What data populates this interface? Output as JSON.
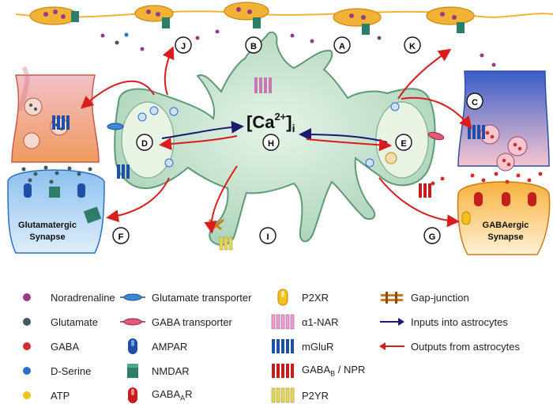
{
  "ca_label": {
    "main": "[Ca",
    "sup": "2+",
    "close": "]",
    "sub": "i"
  },
  "markers": [
    "J",
    "B",
    "A",
    "K",
    "C",
    "D",
    "H",
    "E",
    "F",
    "I",
    "G"
  ],
  "synapses": {
    "glutamatergic": [
      "Glutamatergic",
      "Synapse"
    ],
    "gabaergic": [
      "GABAergic",
      "Synapse"
    ]
  },
  "legend": {
    "col1": [
      "Noradrenaline",
      "Glutamate",
      "GABA",
      "D-Serine",
      "ATP"
    ],
    "col2": [
      "Glutamate transporter",
      "GABA transporter",
      "AMPAR",
      "NMDAR",
      "GABA"
    ],
    "col2_sub": "A",
    "col2_suffix": "R",
    "col3": [
      "P2XR",
      "α1-NAR",
      "mGluR",
      "GABA",
      "P2YR"
    ],
    "col3_gabab_sub": "B",
    "col3_gabab_suffix": " / NPR",
    "col4": [
      "Gap-junction",
      "Inputs into astrocytes",
      "Outputs from astrocytes"
    ]
  },
  "colors": {
    "astrocyte": "#bfe0c8",
    "astrocyte_edge": "#5f9a78",
    "vessel": "#f2b236",
    "noradrenaline": "#9b3a83",
    "glutamate": "#3f5a5c",
    "gaba": "#d02e2e",
    "dserine": "#2a6fc9",
    "atp": "#f3c21c",
    "input_arrow": "#1a1a6e",
    "output_arrow": "#d91c1c"
  }
}
